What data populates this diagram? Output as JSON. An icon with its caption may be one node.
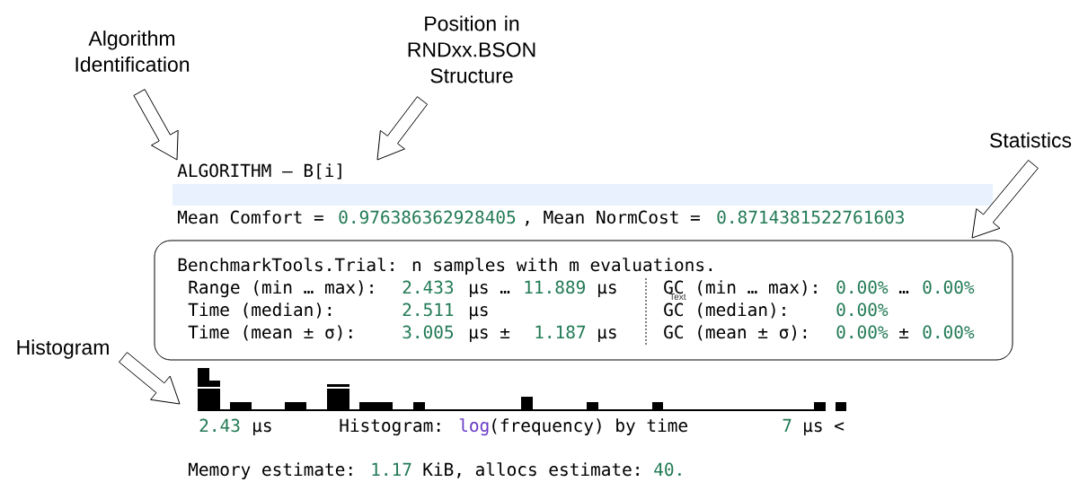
{
  "diagram": {
    "nodes": [
      {
        "text": [
          "Algorithm Identification"
        ]
      },
      {
        "text": [
          "Position in RNDxx.BSON Structure"
        ]
      },
      {
        "text": [
          "Statistics"
        ]
      },
      {
        "text": [
          "Histogram"
        ]
      },
      {
        "text": [
          "ALGORITHM – B[i]"
        ]
      },
      {
        "text": [
          "BenchmarkTools.Trial: n samples with m evaluations.",
          "Range (min … max):",
          "2.433",
          "μs …",
          "11.889",
          "μs",
          "GC (min … max):",
          "0.00%",
          "…",
          "0.00%",
          "Time  (median):",
          "2.511",
          "μs",
          "GC (median):",
          "0.00%",
          "Time  (mean ± σ):",
          "3.005",
          "μs ±",
          "1.187",
          "μs",
          "GC (mean ± σ):",
          "0.00%",
          "±",
          "0.00%"
        ]
      },
      {
        "text": [],
        "shape": "picture"
      }
    ],
    "edges": [
      {
        "from": 0,
        "to": 4,
        "arrow": "to"
      },
      {
        "from": 1,
        "to": 4,
        "arrow": "to"
      },
      {
        "from": 2,
        "to": 5,
        "arrow": "to"
      },
      {
        "from": 3,
        "to": 6,
        "arrow": "to"
      }
    ],
    "labels": [
      "Mean Comfort =",
      "0.976386362928405",
      ", Mean NormCost =",
      "0.8714381522761603",
      "Text",
      "2.43",
      "μs",
      "Histogram:",
      "log",
      "(frequency) by time",
      "7",
      "μs <",
      "Memory estimate:",
      "1.17",
      "KiB, allocs estimate:",
      "40."
    ]
  }
}
